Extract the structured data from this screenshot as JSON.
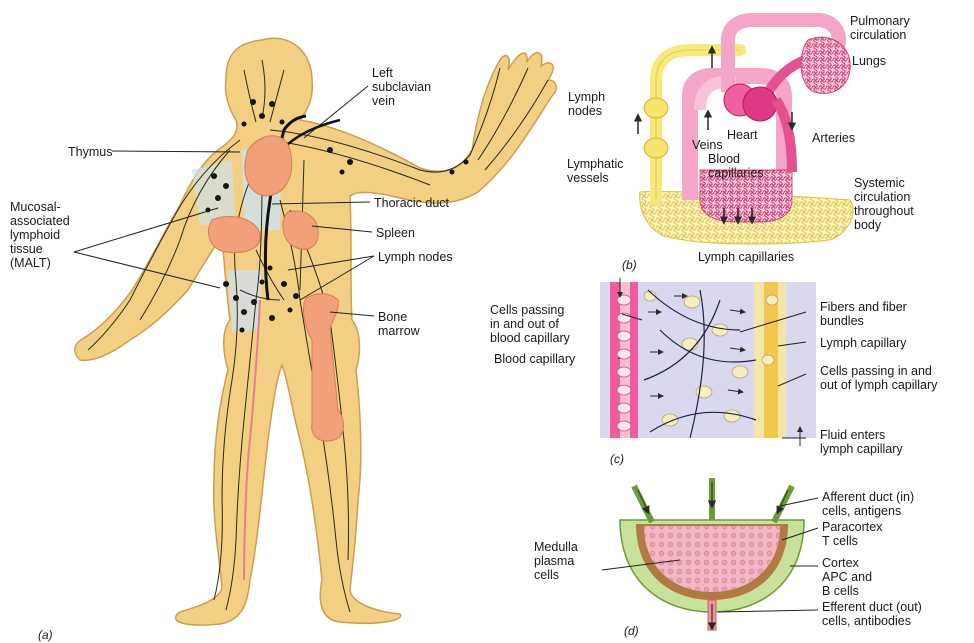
{
  "panel_a": {
    "caption": "(a)",
    "labels": {
      "thymus": "Thymus",
      "malt": "Mucosal-\nassociated\nlymphoid\ntissue\n(MALT)",
      "left_subclavian_vein": "Left\nsubclavian\nvein",
      "thoracic_duct": "Thoracic duct",
      "spleen": "Spleen",
      "lymph_nodes": "Lymph nodes",
      "bone_marrow": "Bone\nmarrow"
    }
  },
  "panel_b": {
    "caption": "(b)",
    "labels": {
      "pulmonary_circulation": "Pulmonary\ncirculation",
      "lungs": "Lungs",
      "lymph_nodes": "Lymph\nnodes",
      "heart": "Heart",
      "veins": "Veins",
      "arteries": "Arteries",
      "blood_capillaries": "Blood\ncapillaries",
      "lymphatic_vessels": "Lymphatic\nvessels",
      "systemic_circulation": "Systemic\ncirculation\nthroughout\nbody",
      "lymph_capillaries": "Lymph capillaries"
    }
  },
  "panel_c": {
    "caption": "(c)",
    "labels": {
      "cells_blood": "Cells passing\nin and out of\nblood capillary",
      "blood_capillary": "Blood capillary",
      "fibers": "Fibers and fiber\nbundles",
      "lymph_capillary": "Lymph capillary",
      "cells_lymph": "Cells passing in and\nout of lymph capillary",
      "fluid_enters": "Fluid enters\nlymph capillary"
    }
  },
  "panel_d": {
    "caption": "(d)",
    "labels": {
      "afferent": "Afferent duct (in)\ncells, antigens",
      "paracortex": "Paracortex\nT cells",
      "medulla": "Medulla\nplasma\ncells",
      "cortex": "Cortex\nAPC and\nB cells",
      "efferent": "Efferent duct (out)\ncells, antibodies"
    }
  },
  "colors": {
    "skin": "#f2cf82",
    "skin_outline": "#c9a052",
    "lymph_vessel": "#2a2a1a",
    "organ": "#f2a07a",
    "blood_vessel": "#e8478f",
    "lymph_yellow": "#f7ea7a",
    "node_green": "#c7e09a",
    "medulla_pink": "#f3b7c4",
    "cortex_brown": "#b07a45"
  }
}
